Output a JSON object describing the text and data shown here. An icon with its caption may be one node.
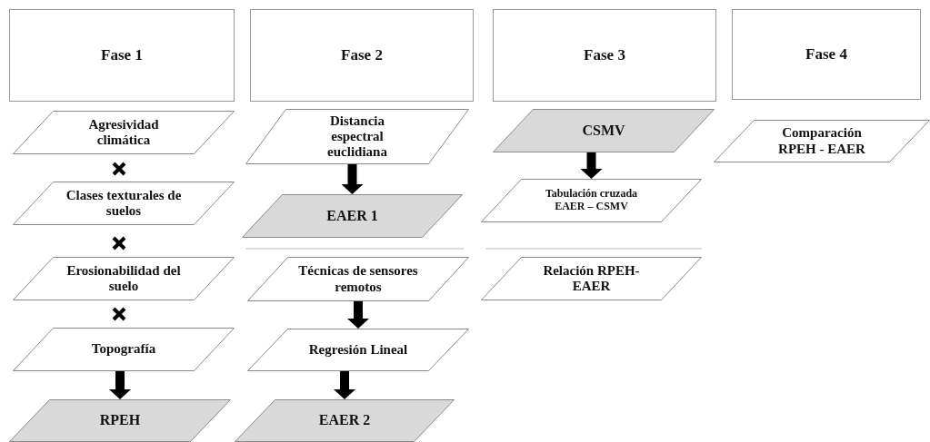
{
  "diagram": {
    "nodes": [
      {
        "text": [
          "Fase 1"
        ]
      },
      {
        "text": [
          "Fase 2"
        ]
      },
      {
        "text": [
          "Fase 3"
        ]
      },
      {
        "text": [
          "Fase 4"
        ]
      },
      {
        "text": [
          "Agresividad climática"
        ]
      },
      {
        "text": [
          "Clases texturales de suelos"
        ]
      },
      {
        "text": [
          "Erosionabilidad del suelo"
        ]
      },
      {
        "text": [
          "Topografía"
        ]
      },
      {
        "text": [
          "RPEH"
        ]
      },
      {
        "text": [
          "Distancia espectral euclidiana"
        ]
      },
      {
        "text": [
          "EAER 1"
        ]
      },
      {
        "text": [
          "Técnicas de sensores remotos"
        ]
      },
      {
        "text": [
          "Regresión Lineal"
        ]
      },
      {
        "text": [
          "EAER 2"
        ]
      },
      {
        "text": [
          "CSMV"
        ]
      },
      {
        "text": [
          "Tabulación cruzada EAER – CSMV"
        ]
      },
      {
        "text": [
          "Relación RPEH-EAER"
        ]
      },
      {
        "text": [
          "Comparación RPEH - EAER"
        ]
      }
    ],
    "edges": [
      {
        "from": 7,
        "to": 8,
        "arrow": "to"
      },
      {
        "from": 9,
        "to": 10,
        "arrow": "to"
      },
      {
        "from": 11,
        "to": 12,
        "arrow": "to"
      },
      {
        "from": 12,
        "to": 13,
        "arrow": "to"
      },
      {
        "from": 14,
        "to": 15,
        "arrow": "to"
      }
    ]
  }
}
